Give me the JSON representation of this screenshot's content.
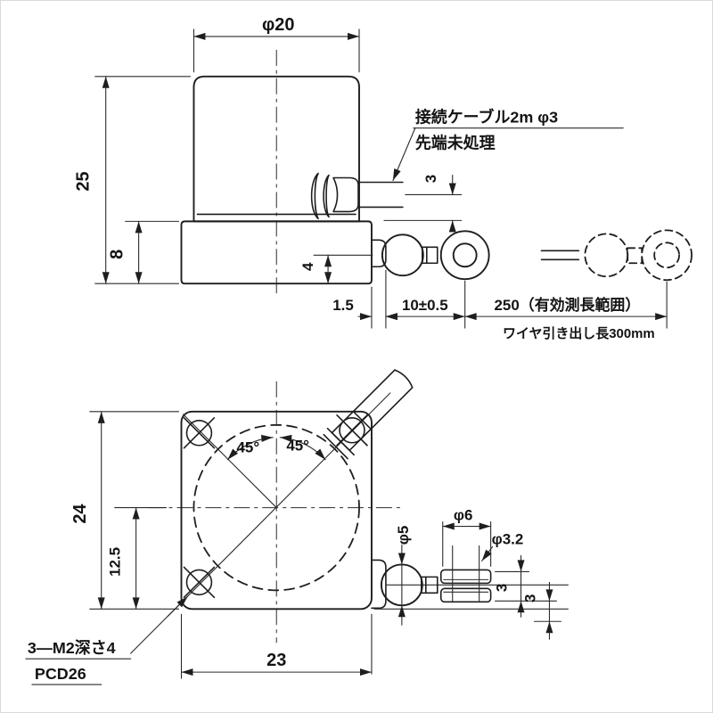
{
  "drawing": {
    "front": {
      "dia_top": "φ20",
      "height_total": "25",
      "height_base": "8",
      "wire_offset": "4",
      "cable_height": "3",
      "cable_note1": "接続ケーブル2m φ3",
      "cable_note2": "先端未処理",
      "offset_boss": "1.5",
      "stroke_start": "10±0.5",
      "range": "250（有効測長範囲）",
      "wire_note": "ワイヤ引き出し長300mm"
    },
    "bottom": {
      "plate_height": "24",
      "hole_offset": "12.5",
      "plate_width": "23",
      "angle_left": "45°",
      "angle_right": "45°",
      "screw_note1": "3—M2深さ4",
      "screw_note2": "PCD26",
      "ring_od": "φ6",
      "ring_id": "φ3.2",
      "ball_dia": "φ5",
      "ring_thick": "3",
      "ring_offset": "3"
    }
  }
}
